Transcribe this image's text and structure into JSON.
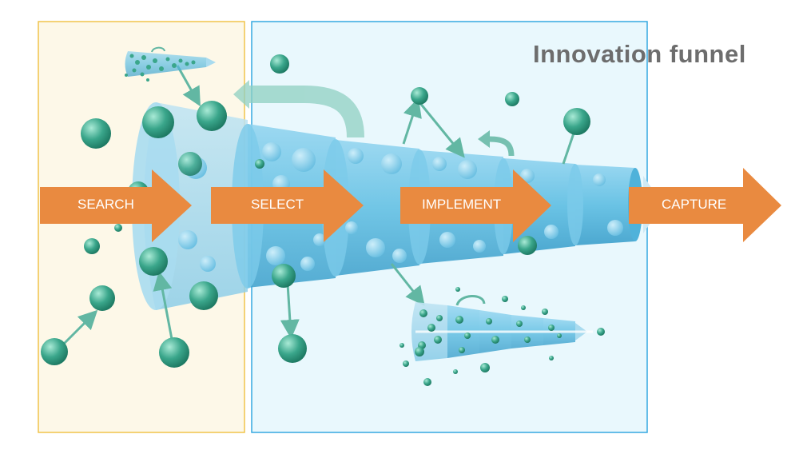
{
  "title": "Innovation funnel",
  "stages": [
    {
      "label": "SEARCH"
    },
    {
      "label": "SELECT"
    },
    {
      "label": "IMPLEMENT"
    },
    {
      "label": "CAPTURE"
    }
  ],
  "colors": {
    "search_panel_fill": "#fdf8e8",
    "search_panel_border": "#f1c44a",
    "funnel_panel_fill": "#e9f8fd",
    "funnel_panel_border": "#35a9e0",
    "arrow": "#e98a40",
    "funnel": "#5cbde2",
    "bubble": "#3aa68b",
    "title": "#6d6d6d"
  }
}
